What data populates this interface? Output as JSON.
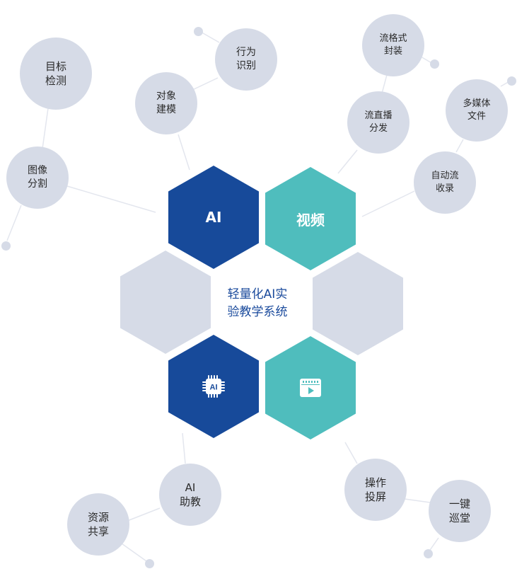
{
  "center": {
    "line1": "轻量化AI实",
    "line2": "验教学系统"
  },
  "hexagons": {
    "ai": {
      "label": "AI",
      "color": "#174a9a"
    },
    "video": {
      "label": "视频",
      "color": "#4fbdbd"
    },
    "ai_chip": {
      "icon": "ai-chip-icon",
      "chip_text": "AI",
      "color": "#174a9a"
    },
    "video_player": {
      "icon": "video-player-icon",
      "color": "#4fbdbd"
    },
    "neutral_color": "#d6dbe7"
  },
  "bubbles": {
    "target_detection": {
      "line1": "目标",
      "line2": "检测"
    },
    "behavior_recognition": {
      "line1": "行为",
      "line2": "识别"
    },
    "object_modeling": {
      "line1": "对象",
      "line2": "建模"
    },
    "image_segmentation": {
      "line1": "图像",
      "line2": "分割"
    },
    "stream_packaging": {
      "line1": "流格式",
      "line2": "封装"
    },
    "multimedia_files": {
      "line1": "多媒体",
      "line2": "文件"
    },
    "live_stream_distribution": {
      "line1": "流直播",
      "line2": "分发"
    },
    "auto_stream_recording": {
      "line1": "自动流",
      "line2": "收录"
    },
    "ai_assistant": {
      "line1": "AI",
      "line2": "助教"
    },
    "resource_sharing": {
      "line1": "资源",
      "line2": "共享"
    },
    "operation_casting": {
      "line1": "操作",
      "line2": "投屏"
    },
    "one_key_patrol": {
      "line1": "一键",
      "line2": "巡堂"
    }
  },
  "colors": {
    "bubble": "#d6dbe7",
    "link": "#e3e6ee",
    "center_text": "#1a4a9c",
    "bubble_text": "#2b2b2b"
  }
}
